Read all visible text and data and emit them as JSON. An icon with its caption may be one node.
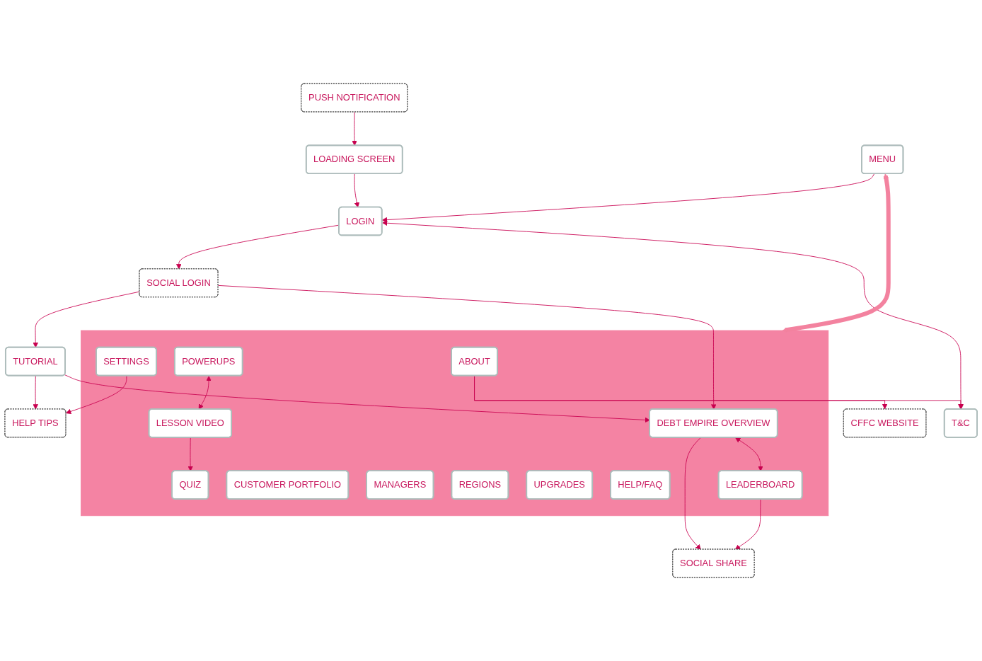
{
  "diagram": {
    "nodes": [
      {
        "text": [
          "PUSH NOTIFICATION"
        ]
      },
      {
        "text": [
          "LOADING SCREEN"
        ]
      },
      {
        "text": [
          "LOGIN"
        ]
      },
      {
        "text": [
          "SOCIAL LOGIN"
        ]
      },
      {
        "text": [
          "TUTORIAL"
        ]
      },
      {
        "text": [
          "SOCIAL SHARE"
        ]
      },
      {
        "text": [],
        "shape": "box"
      },
      {
        "text": [
          "DEBT EMPIRE OVERVIEW"
        ],
        "in": 6
      },
      {
        "text": [
          "LEADERBOARD"
        ],
        "in": 6
      },
      {
        "text": [
          "CUSTOMER PORTFOLIO"
        ],
        "in": 6
      },
      {
        "text": [
          "MANAGERS"
        ],
        "in": 6
      },
      {
        "text": [
          "SETTINGS"
        ],
        "in": 6
      },
      {
        "text": [
          "REGIONS"
        ],
        "in": 6
      },
      {
        "text": [
          "POWERUPS"
        ],
        "in": 6
      },
      {
        "text": [
          "UPGRADES"
        ],
        "in": 6
      },
      {
        "text": [
          "ABOUT"
        ],
        "in": 6
      },
      {
        "text": [
          "HELP/FAQ"
        ],
        "in": 6
      },
      {
        "text": [
          "LESSON VIDEO"
        ],
        "in": 6
      },
      {
        "text": [
          "QUIZ"
        ],
        "in": 6
      },
      {
        "text": [
          "MENU"
        ]
      },
      {
        "text": [
          "T&C"
        ]
      },
      {
        "text": [
          "HELP TIPS"
        ]
      },
      {
        "text": [
          "CFFC WEBSITE"
        ]
      }
    ],
    "edges": [
      {
        "from": 0,
        "to": 1,
        "arrow": "to"
      },
      {
        "from": 1,
        "to": 2,
        "arrow": "to"
      },
      {
        "from": 2,
        "to": 3,
        "arrow": "to"
      },
      {
        "from": 3,
        "to": 4,
        "arrow": "to"
      },
      {
        "from": 3,
        "to": 7,
        "arrow": "to"
      },
      {
        "from": 4,
        "to": 7,
        "arrow": "to"
      },
      {
        "from": 7,
        "to": 5,
        "arrow": "to"
      },
      {
        "from": 8,
        "to": 5,
        "arrow": "to"
      },
      {
        "from": 7,
        "to": 8,
        "arrow": "both"
      },
      {
        "from": 19,
        "to": 2,
        "arrow": "to"
      },
      {
        "from": 19,
        "to": 6,
        "arrow": "both",
        "style": "thick",
        "color": "#f3829f"
      },
      {
        "from": 2,
        "to": 20,
        "arrow": "both"
      },
      {
        "from": 4,
        "to": 21,
        "arrow": "to"
      },
      {
        "from": 11,
        "to": 21,
        "arrow": "to"
      },
      {
        "from": 15,
        "to": 20,
        "arrow": "to"
      },
      {
        "from": 15,
        "to": 22,
        "arrow": "to"
      },
      {
        "from": 13,
        "to": 17,
        "arrow": "both"
      },
      {
        "from": 17,
        "to": 18,
        "arrow": "to"
      }
    ]
  }
}
